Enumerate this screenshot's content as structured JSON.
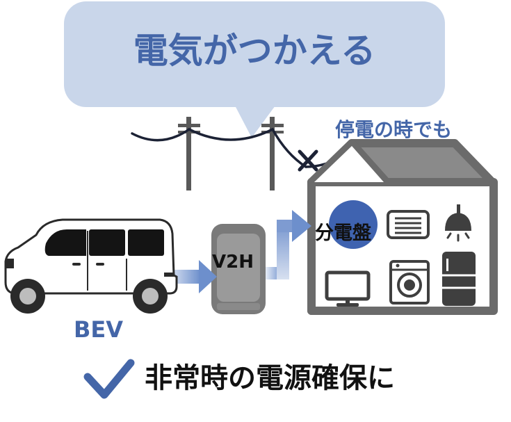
{
  "bubble": {
    "text": "電気がつかえる"
  },
  "outage_label": "停電の時でも",
  "panel_label": "分電盤",
  "v2h_label": "V2H",
  "car_label": "BEV",
  "caption": "非常時の電源確保に",
  "colors": {
    "accent_blue": "#4466a8",
    "bubble_fill": "#c9d6ea",
    "house_gray": "#6b6b6b",
    "appliance_gray": "#3f3f3f",
    "wire": "#1c2235",
    "arrow_gradient_start": "#e6ecf6",
    "arrow_gradient_end": "#6d8fcc"
  },
  "icons": [
    "utility-pole-icon",
    "cross-mark-icon",
    "air-conditioner-icon",
    "ceiling-lamp-icon",
    "tv-icon",
    "washing-machine-icon",
    "refrigerator-icon",
    "check-mark-icon",
    "car-icon",
    "v2h-charger-icon"
  ]
}
